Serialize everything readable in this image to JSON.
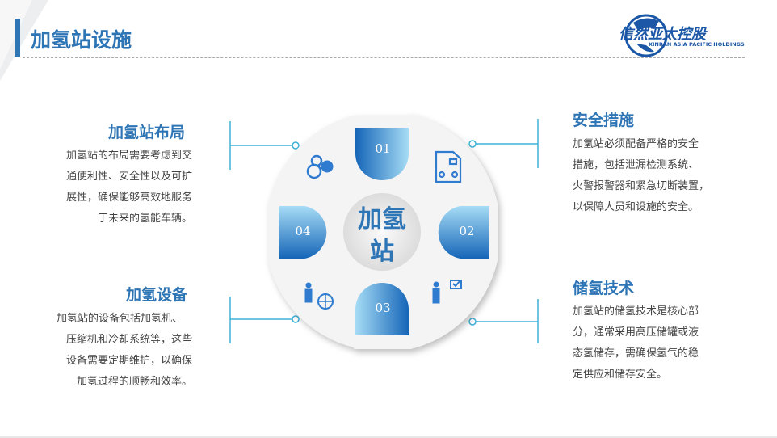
{
  "header": {
    "title": "加氢站设施",
    "logo_cn": "信然亚太控股",
    "logo_en": "XINRAN ASIA PACIFIC HOLDINGS"
  },
  "center": {
    "line1": "加氢",
    "line2": "站"
  },
  "tabs": [
    "01",
    "02",
    "03",
    "04"
  ],
  "sections": [
    {
      "title": "加氢站布局",
      "lines": [
        "加氢站的布局需要考虑到交",
        "通便利性、安全性以及可扩",
        "展性，确保能够高效地服务",
        "于未来的氢能车辆。"
      ]
    },
    {
      "title": "安全措施",
      "lines": [
        "加氢站必须配备严格的安全",
        "措施，包括泄漏检测系统、",
        "火警报警器和紧急切断装置，",
        "以保障人员和设施的安全。"
      ]
    },
    {
      "title": "储氢技术",
      "lines": [
        "加氢站的储氢技术是核心部",
        "分，通常采用高压储罐或液",
        "态氢储存，需确保氢气的稳",
        "定供应和储存安全。"
      ]
    },
    {
      "title": "加氢设备",
      "lines": [
        "加氢站的设备包括加氢机、",
        "压缩机和冷却系统等，这些",
        "设备需要定期维护，以确保",
        "加氢过程的顺畅和效率。"
      ]
    }
  ],
  "colors": {
    "accent": "#2e75b6",
    "line": "#3fb0d8"
  }
}
